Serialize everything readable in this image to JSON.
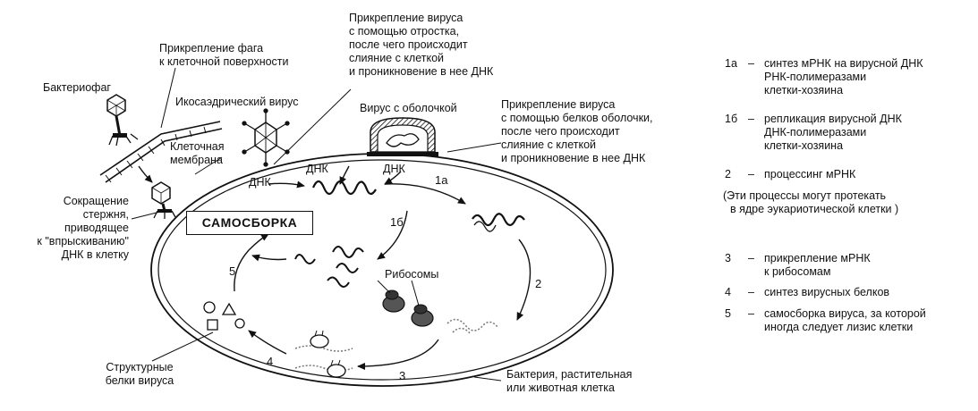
{
  "labels": {
    "bacteriophage": "Бактериофаг",
    "phage_attach": [
      "Прикрепление фага",
      "к клеточной поверхности"
    ],
    "virus_attach_process": [
      "Прикрепление вируса",
      "с помощью отростка,",
      "после чего  происходит",
      "слияние с клеткой",
      "и проникновение в нее ДНК"
    ],
    "icosahedral": "Икосаэдрический вирус",
    "enveloped": "Вирус с оболочкой",
    "virus_attach_proteins": [
      "Прикрепление вируса",
      "с помощью белков оболочки,",
      "после чего происходит",
      "слияние с клеткой",
      "и проникновение в нее ДНК"
    ],
    "cell_membrane": [
      "Клеточная",
      "мембрана"
    ],
    "contraction": [
      "Сокращение",
      "стержня,",
      "приводящее",
      "к \"впрыскиванию\"",
      "ДНК в клетку"
    ],
    "dna_left": "ДНК",
    "dna_top": "ДНК",
    "dna_right": "ДНК",
    "self_assembly": "САМОСБОРКА",
    "ribosomes": "Рибосомы",
    "structural_proteins": [
      "Структурные",
      "белки вируса"
    ],
    "cell_type": [
      "Бактерия, растительная",
      "или животная клетка"
    ]
  },
  "step_numbers": {
    "s1a": "1а",
    "s1b": "1б",
    "s2": "2",
    "s3": "3",
    "s4": "4",
    "s5": "5"
  },
  "legend": [
    {
      "key": "1а",
      "lines": [
        "синтез мРНК на вирусной ДНК",
        "РНК-полимеразами",
        "клетки-хозяина"
      ]
    },
    {
      "key": "1б",
      "lines": [
        "репликация вирусной ДНК",
        "ДНК-полимеразами",
        "клетки-хозяина"
      ]
    },
    {
      "key": "2",
      "lines": [
        "процессинг мРНК"
      ]
    },
    {
      "key": "",
      "lines": [
        "(Эти процессы могут протекать",
        "в ядре эукариотической клетки )"
      ]
    },
    {
      "key": "3",
      "lines": [
        "прикрепление мРНК",
        "к рибосомам"
      ]
    },
    {
      "key": "4",
      "lines": [
        "синтез вирусных белков"
      ]
    },
    {
      "key": "5",
      "lines": [
        "самосборка вируса, за которой",
        "иногда следует лизис клетки"
      ]
    }
  ]
}
